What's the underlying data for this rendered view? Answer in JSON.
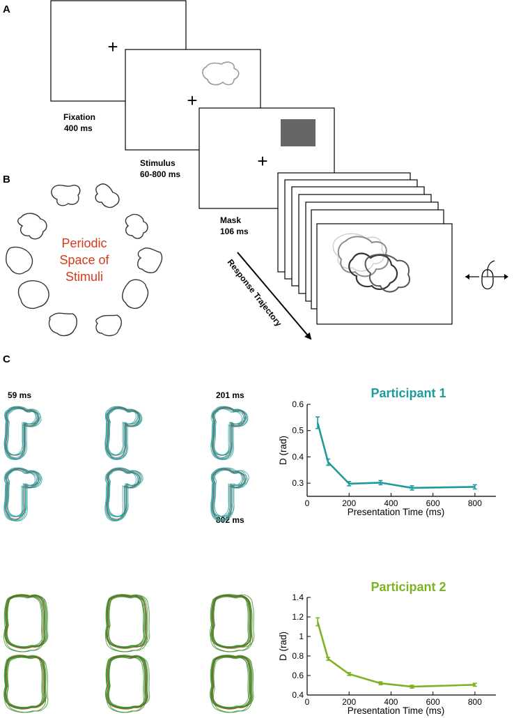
{
  "panels": {
    "a": "A",
    "b": "B",
    "c": "C"
  },
  "trial_sequence": [
    {
      "label": "Fixation",
      "duration": "400 ms"
    },
    {
      "label": "Stimulus",
      "duration": "60-800 ms"
    },
    {
      "label": "Mask",
      "duration": "106 ms"
    }
  ],
  "fixation_symbol": "+",
  "response_label": "Response Trajectory",
  "stimulus_space_label": [
    "Periodic",
    "Space of",
    "Stimuli"
  ],
  "time_labels": {
    "top_left": "59 ms",
    "top_right": "201 ms",
    "bottom_right": "802 ms"
  },
  "icons": {
    "mouse": "mouse-icon",
    "arrows": "left-right-arrow-icon"
  },
  "colors": {
    "p1": "#1d9a9a",
    "p2": "#7cb323",
    "red_text": "#d6391a",
    "mask": "#666666",
    "p2_shape": "#2e8a1e"
  },
  "chart_data": [
    {
      "type": "line",
      "title": "Participant 1",
      "xlabel": "Presentation Time (ms)",
      "ylabel": "D (rad)",
      "xlim": [
        0,
        900
      ],
      "ylim": [
        0.25,
        0.6
      ],
      "xticks": [
        0,
        200,
        400,
        600,
        800
      ],
      "yticks": [
        0.3,
        0.4,
        0.5,
        0.6
      ],
      "ytick_labels": [
        "0.3",
        "0.4",
        "0.5",
        "0.6"
      ],
      "x": [
        50,
        100,
        200,
        350,
        500,
        800
      ],
      "y": [
        0.53,
        0.38,
        0.298,
        0.302,
        0.282,
        0.286
      ],
      "err": [
        0.022,
        0.012,
        0.008,
        0.008,
        0.008,
        0.008
      ],
      "color": "#1d9a9a"
    },
    {
      "type": "line",
      "title": "Participant 2",
      "xlabel": "Presentation Time (ms)",
      "ylabel": "D (rad)",
      "xlim": [
        0,
        900
      ],
      "ylim": [
        0.4,
        1.4
      ],
      "xticks": [
        0,
        200,
        400,
        600,
        800
      ],
      "yticks": [
        0.4,
        0.6,
        0.8,
        1.0,
        1.2,
        1.4
      ],
      "ytick_labels": [
        "0.4",
        "0.6",
        "0.8",
        "1",
        "1.2",
        "1.4"
      ],
      "x": [
        50,
        100,
        200,
        350,
        500,
        800
      ],
      "y": [
        1.15,
        0.77,
        0.615,
        0.52,
        0.485,
        0.505
      ],
      "err": [
        0.04,
        0.015,
        0.015,
        0.015,
        0.015,
        0.015
      ],
      "color": "#7cb323"
    }
  ]
}
